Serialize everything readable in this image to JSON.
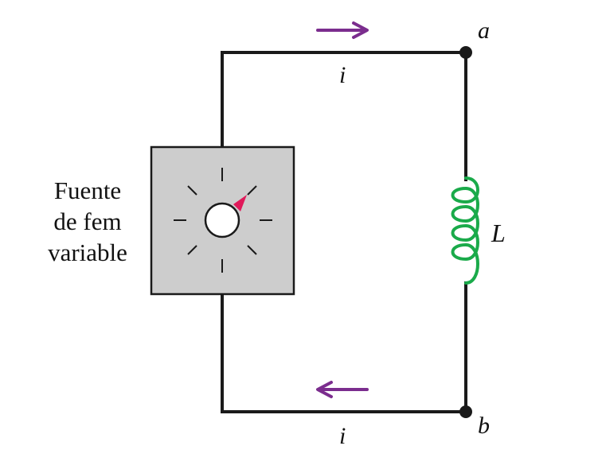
{
  "source": {
    "label_lines": [
      "Fuente",
      "de fem",
      "variable"
    ]
  },
  "labels": {
    "node_a": "a",
    "node_b": "b",
    "current_top": "i",
    "current_bottom": "i",
    "inductor": "L"
  },
  "colors": {
    "wire": "#1a1a1a",
    "arrow": "#7b2d8e",
    "inductor": "#1aaa4a",
    "source_fill": "#cdcdcd",
    "pointer": "#e0195a"
  }
}
